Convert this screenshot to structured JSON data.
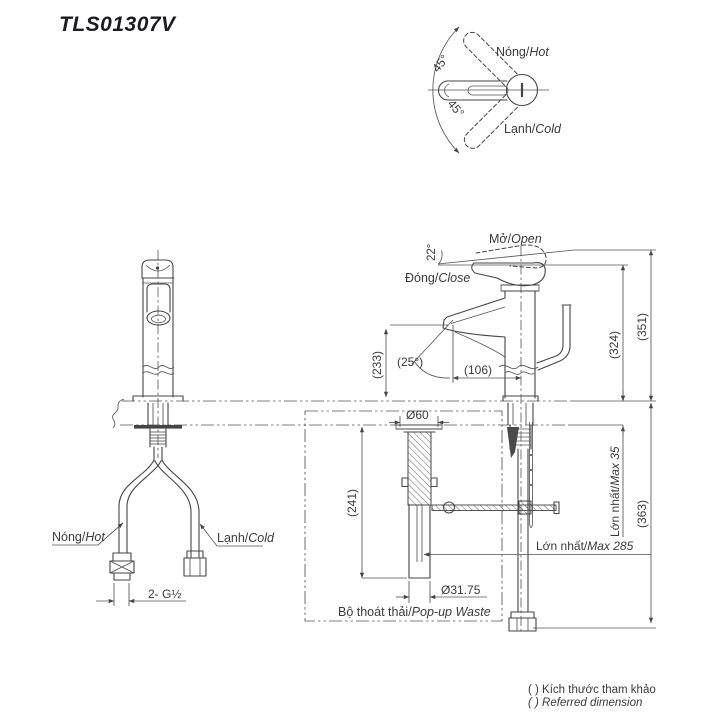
{
  "title": "TLS01307V",
  "colors": {
    "line": "#454545",
    "thin_line": "#555555",
    "text": "#3a3a3a",
    "title_text": "#1b1b24",
    "background": "#ffffff"
  },
  "top_view": {
    "angle_upper": "45°",
    "angle_lower": "45°",
    "hot_vi": "Nóng/",
    "hot_en": "Hot",
    "cold_vi": "Lạnh/",
    "cold_en": "Cold"
  },
  "side_view": {
    "open_vi": "Mở/",
    "open_en": "Open",
    "close_vi": "Đóng/",
    "close_en": "Close",
    "angle_open": "22°",
    "dim_spout_height": "(233)",
    "dim_spout_angle": "(25°)",
    "dim_spout_reach": "(106)",
    "dim_height_close": "(324)",
    "dim_height_open": "(351)",
    "dim_below_counter": "(363)",
    "max_deck_vi": "Lớn nhất/",
    "max_deck_en": "Max 35",
    "max_supply_vi": "Lớn nhất/",
    "max_supply_en": "Max 285"
  },
  "popup_waste": {
    "dia_flange": "Ø60",
    "dim_body_length": "(241)",
    "dia_tailpipe": "Ø31.75",
    "label_vi": "Bộ thoát thải/",
    "label_en": "Pop-up Waste"
  },
  "front_view": {
    "hot_vi": "Nóng/",
    "hot_en": "Hot",
    "cold_vi": "Lạnh/",
    "cold_en": "Cold",
    "thread_spec": "2- G½"
  },
  "footer": {
    "note_vi": "( ) Kích thước tham khảo",
    "note_en": "( ) Referred dimension"
  }
}
